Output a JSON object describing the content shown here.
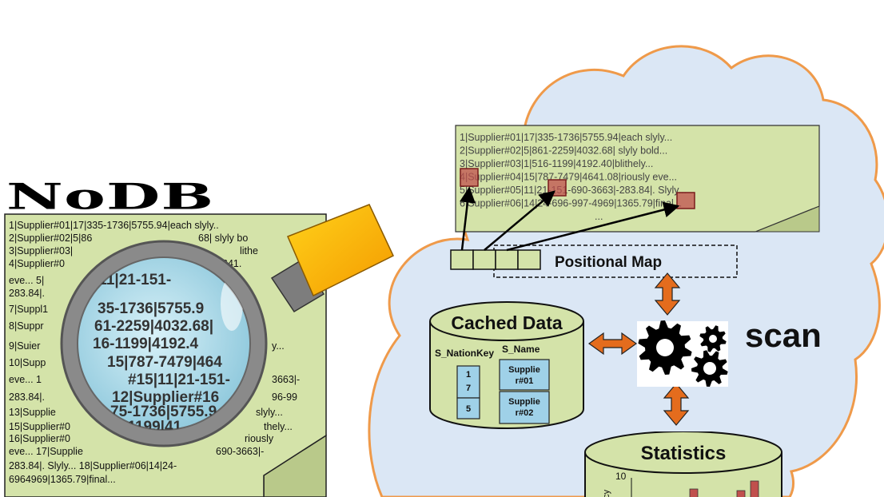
{
  "title": "NoDB",
  "raw_file_lines": [
    "1|Supplier#01|17|335-1736|5755.94|each slyly..",
    "2|Supplier#02|5|86",
    "3|Supplier#03|",
    "4|Supplier#0",
    "eve...  5|",
    "283.84|.",
    "7|Suppl1",
    "8|Suppr",
    "9|Suier",
    "10|Supp",
    "eve... 1",
    "283.84|.",
    "13|Supplie",
    "15|Supplier#0",
    "16|Supplier#0",
    "eve... 17|Supplie",
    "283.84|. Slyly... 18|Supplier#06|14|24-",
    "6964969|1365.79|final..."
  ],
  "raw_file_right": [
    "68|  slyly bo",
    "lithe",
    "7479|4641.",
    "690",
    "|14|24-696-",
    "y...",
    "3663|-",
    "96-99",
    "slyly...",
    "thely...",
    "riously",
    "690-3663|-",
    "|24-"
  ],
  "magnified_lines": [
    "35-1736|5755.9",
    "61-2259|4032.68|",
    "16-1199|4192.4",
    "15|787-7479|464",
    "#15|11|21-151-",
    "12|Supplier#16",
    "75-1736|5755.9",
    "16-1199|41",
    "|11|21-151-"
  ],
  "cloud_file_lines": [
    "1|Supplier#01|17|335-1736|5755.94|each slyly...",
    "2|Supplier#02|5|861-2259|4032.68| slyly bold...",
    "3|Supplier#03|1|516-1199|4192.40|blithely...",
    "4|Supplier#04|15|787-7479|4641.08|riously eve...",
    "5|Supplier#05|11|21-151-690-3663|-283.84|. Slyly...",
    "6|Supplier#06|14|24-696-997-4969|1365.79|final...",
    "..."
  ],
  "positional_map": {
    "label": "Positional Map"
  },
  "cached_data": {
    "title": "Cached Data",
    "col1_header": "S_NationKey",
    "col2_header": "S_Name",
    "col1_values": [
      "1",
      "7",
      "5"
    ],
    "col2_values": [
      "Supplie r#01",
      "Supplie r#02"
    ]
  },
  "scan_label": "scan",
  "statistics": {
    "title": "Statistics",
    "y_tick": "10",
    "y_label_fragment": "ncy"
  },
  "colors": {
    "cloud_fill": "#dbe7f5",
    "cloud_stroke": "#ef9a4a",
    "paper_fill": "#d4e3a9",
    "arrow_orange": "#e46c1d",
    "cell_blue": "#9fd1e8",
    "marker_red": "#c0504d"
  }
}
